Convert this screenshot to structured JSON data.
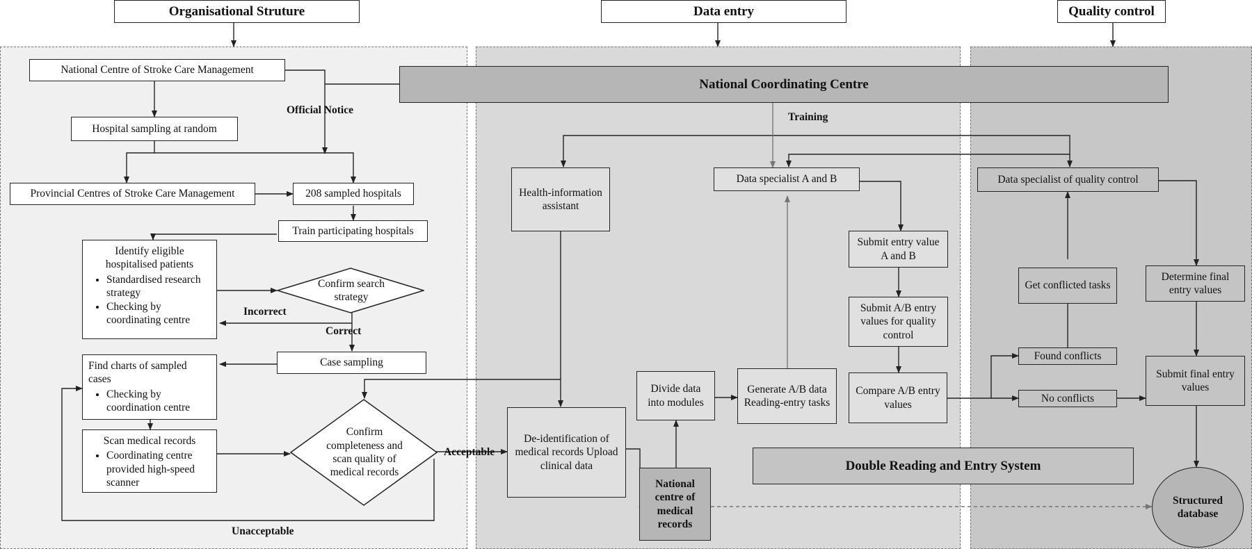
{
  "headers": {
    "org": "Organisational Struture",
    "entry": "Data entry",
    "qc": "Quality control"
  },
  "nodes": {
    "nccm": "National Centre of Stroke Care Management",
    "hospital_sampling": "Hospital sampling at random",
    "provincial": "Provincial Centres of Stroke Care Management",
    "sampled_hospitals": "208 sampled hospitals",
    "train_hospitals": "Train participating hospitals",
    "identify_title": "Identify eligible hospitalised patients",
    "identify_items": [
      "Standardised research strategy",
      "Checking by coordinating centre"
    ],
    "confirm_search": "Confirm search strategy",
    "case_sampling": "Case sampling",
    "find_charts_title": "Find charts of sampled cases",
    "find_charts_items": [
      "Checking by coordination centre"
    ],
    "scan_title": "Scan medical records",
    "scan_items": [
      "Coordinating centre provided high-speed scanner"
    ],
    "confirm_completeness": "Confirm completeness and scan quality of medical records",
    "national_coordinating": "National Coordinating Centre",
    "health_info": "Health-information assistant",
    "deidentification": "De-identification of medical records Upload clinical data",
    "national_records": "National centre of medical records",
    "divide_data": "Divide data into modules",
    "generate_ab": "Generate A/B data Reading-entry tasks",
    "data_specialist_ab": "Data specialist A and B",
    "submit_ab": "Submit entry value A and B",
    "submit_ab_qc": "Submit A/B entry values for quality control",
    "compare_ab": "Compare A/B entry values",
    "double_reading": "Double Reading and Entry System",
    "dsqc": "Data specialist of quality control",
    "get_conflicted": "Get conflicted tasks",
    "found_conflicts": "Found conflicts",
    "no_conflicts": "No conflicts",
    "determine_final": "Determine final entry values",
    "submit_final": "Submit final entry values",
    "structured_db": "Structured database"
  },
  "labels": {
    "official_notice": "Official Notice",
    "incorrect": "Incorrect",
    "correct": "Correct",
    "acceptable": "Acceptable",
    "unacceptable": "Unacceptable",
    "training": "Training"
  }
}
